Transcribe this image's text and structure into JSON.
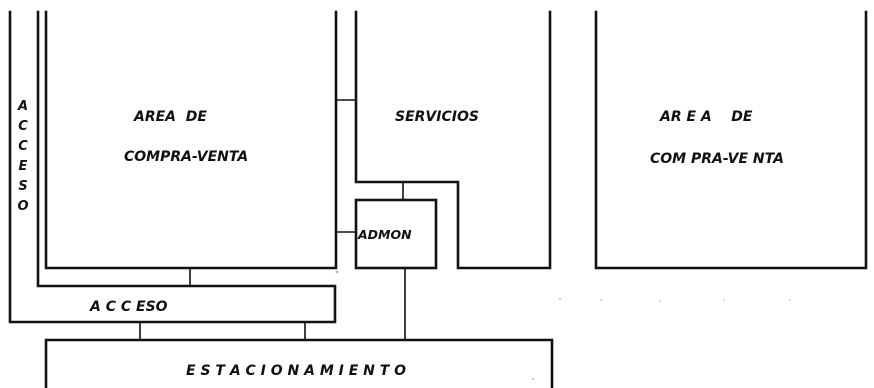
{
  "diagram": {
    "rooms": {
      "area_left": {
        "line1": "AREA  DE",
        "line2": "COMPRA-VENTA"
      },
      "servicios": {
        "label": "SERVICIOS"
      },
      "admon": {
        "label": "ADMON"
      },
      "area_right": {
        "line1": "AR E A    DE",
        "line2": "COM PRA-VE NTA"
      },
      "acceso_horizontal": {
        "label": "A C C ESO"
      },
      "estacionamiento": {
        "label": "E S T A C I O N A M I E N T O"
      },
      "acceso_vertical": {
        "letters": [
          "A",
          "C",
          "C",
          "E",
          "S",
          "O"
        ]
      }
    },
    "line_color": "#111111"
  }
}
